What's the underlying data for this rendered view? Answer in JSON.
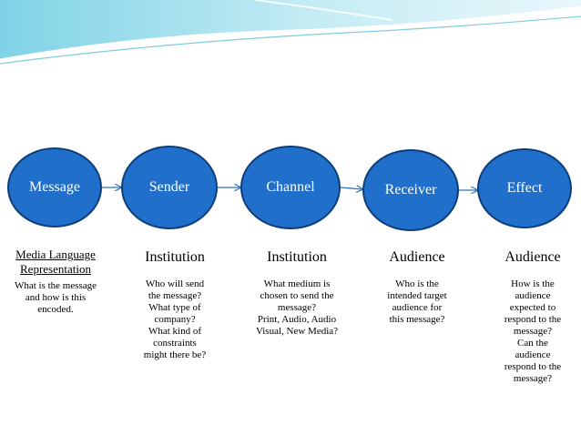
{
  "nodes": [
    {
      "label": "Message"
    },
    {
      "label": "Sender"
    },
    {
      "label": "Channel"
    },
    {
      "label": "Receiver"
    },
    {
      "label": "Effect"
    }
  ],
  "columns": [
    {
      "heading_lines": [
        "Media Language",
        "Representation"
      ],
      "desc_lines": [
        "What is the message",
        "and how is this",
        "encoded."
      ]
    },
    {
      "heading_lines": [
        "Institution"
      ],
      "desc_lines": [
        "Who will send",
        "the message?",
        "What type of",
        "company?",
        "What kind of",
        "constraints",
        "might there be?"
      ]
    },
    {
      "heading_lines": [
        "Institution"
      ],
      "desc_lines": [
        "What medium is",
        "chosen to send the",
        "message?",
        "Print, Audio, Audio",
        "Visual, New Media?"
      ]
    },
    {
      "heading_lines": [
        "Audience"
      ],
      "desc_lines": [
        "Who is the",
        "intended target",
        "audience for",
        "this message?"
      ]
    },
    {
      "heading_lines": [
        "Audience"
      ],
      "desc_lines": [
        "How is the",
        "audience",
        "expected to",
        "respond to the",
        "message?",
        "Can the",
        "audience",
        "respond to the",
        "message?"
      ]
    }
  ],
  "colors": {
    "node_fill": "#1f6fcb",
    "node_border": "#0e3e7a",
    "arrow": "#2e75b6",
    "banner": "#7fd3e6"
  }
}
